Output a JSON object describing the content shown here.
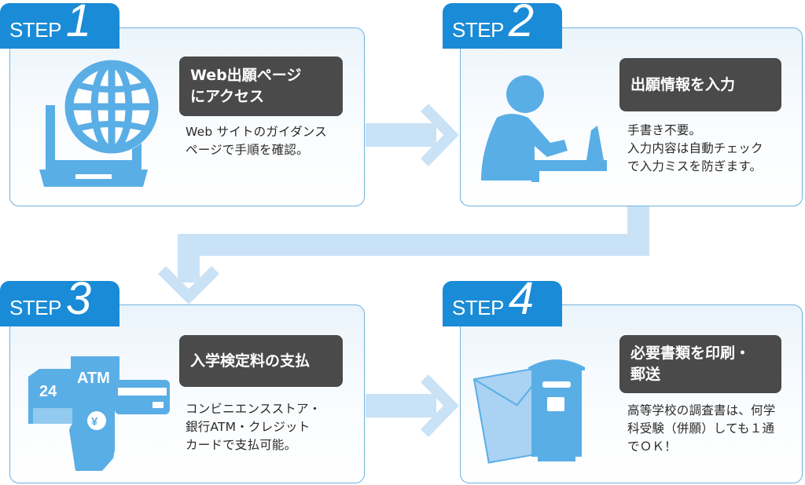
{
  "steps": [
    {
      "label": "STEP",
      "number": "1",
      "title": "Web出願ページ\nにアクセス",
      "description": "Web サイトのガイダンス\nページで手順を確認。",
      "icon": "globe-laptop-icon"
    },
    {
      "label": "STEP",
      "number": "2",
      "title": "出願情報を入力",
      "description": "手書き不要。\n入力内容は自動チェック\nで入力ミスを防ぎます。",
      "icon": "person-typing-icon"
    },
    {
      "label": "STEP",
      "number": "3",
      "title": "入学検定料の支払",
      "description": "コンビニエンスストア・\n銀行ATM・クレジット\nカードで支払可能。",
      "icon": "payment-icon",
      "icon_text": {
        "store_hours": "24",
        "atm": "ATM",
        "yen": "¥"
      }
    },
    {
      "label": "STEP",
      "number": "4",
      "title": "必要書類を印刷・\n郵送",
      "description": "高等学校の調査書は、何学\n科受験（併願）しても１通\nでＯＫ！",
      "icon": "envelope-mailbox-icon"
    }
  ],
  "colors": {
    "tab_blue": "#1a8bd6",
    "icon_blue": "#5aaee6",
    "arrow_blue": "#c9e2f6",
    "title_bg": "#4a4a4a",
    "card_border": "#6fb1e0"
  }
}
